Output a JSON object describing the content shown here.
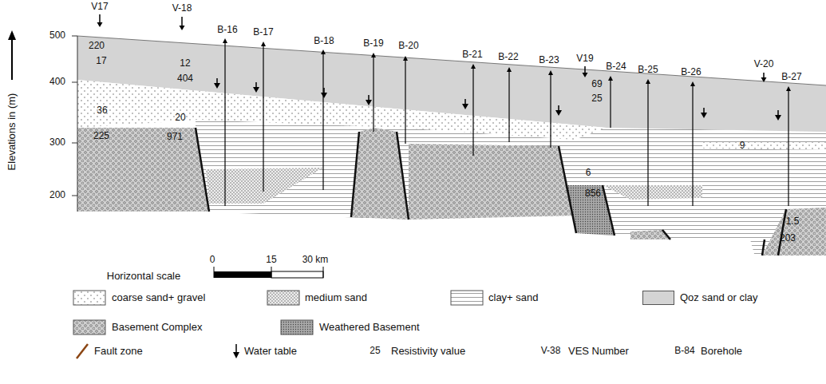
{
  "diagram": {
    "labels": [
      "V17",
      "V-18",
      "B-16",
      "B-17",
      "B-18",
      "B-19",
      "B-20",
      "B-21",
      "B-22",
      "B-23",
      "V19",
      "B-24",
      "B-25",
      "B-26",
      "V-20",
      "B-27",
      "Elevations in (m)",
      "500",
      "400",
      "300",
      "200",
      "220",
      "17",
      "12",
      "404",
      "36",
      "20",
      "225",
      "971",
      "69",
      "25",
      "6",
      "856",
      "9",
      "1.5",
      "203",
      "0",
      "15",
      "30 km",
      "Horizontal scale",
      "25",
      "V-38",
      "B-84"
    ],
    "legend": [
      {
        "text": "coarse sand+ gravel"
      },
      {
        "text": "medium sand"
      },
      {
        "text": "clay+ sand"
      },
      {
        "text": "Qoz sand or clay",
        "color": "#d4d4d4"
      },
      {
        "text": "Basement Complex"
      },
      {
        "text": "Weathered Basement"
      },
      {
        "text": "Fault zone"
      },
      {
        "text": "Water table"
      },
      {
        "text": "Resistivity value"
      },
      {
        "text": "VES Number"
      },
      {
        "text": "Borehole"
      }
    ]
  }
}
